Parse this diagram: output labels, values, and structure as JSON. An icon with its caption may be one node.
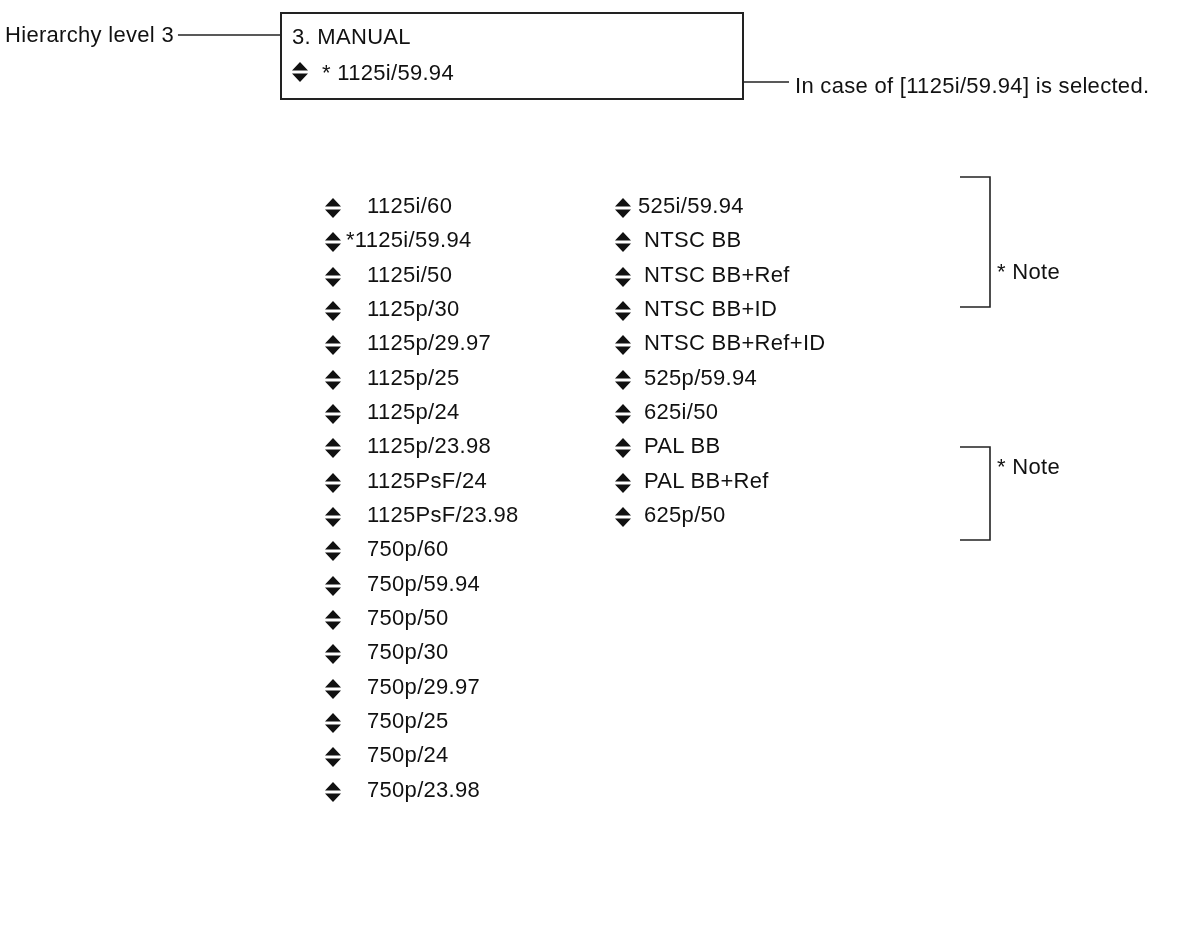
{
  "diagram": {
    "nodes": [
      {
        "text": [
          "Hierarchy level 3"
        ]
      },
      {
        "text": [
          "3. MANUAL",
          "* 1125i/59.94"
        ]
      },
      {
        "text": [
          "In case of [1125i/59.94] is selected."
        ]
      }
    ],
    "edges": [
      {
        "from": 0,
        "to": 1,
        "arrow": "none"
      },
      {
        "from": 2,
        "to": 1,
        "arrow": "none"
      }
    ],
    "labels": [
      "1125i/60",
      "*1125i/59.94",
      "1125i/50",
      "1125p/30",
      "1125p/29.97",
      "1125p/25",
      "1125p/24",
      "1125p/23.98",
      "1125PsF/24",
      "1125PsF/23.98",
      "750p/60",
      "750p/59.94",
      "750p/50",
      "750p/30",
      "750p/29.97",
      "750p/25",
      "750p/24",
      "750p/23.98",
      "525i/59.94",
      "NTSC BB",
      "NTSC BB+Ref",
      "NTSC BB+ID",
      "NTSC BB+Ref+ID",
      "525p/59.94",
      "625i/50",
      "PAL BB",
      "PAL BB+Ref",
      "625p/50",
      "* Note",
      "* Note"
    ]
  }
}
